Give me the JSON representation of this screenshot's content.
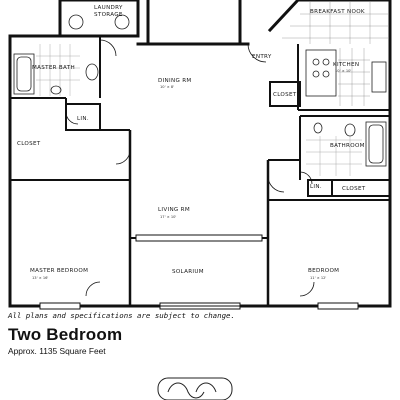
{
  "plan": {
    "rooms": {
      "laundry": "LAUNDRY",
      "laundry_storage": "STORAGE",
      "breakfast_nook": "BREAKFAST NOOK",
      "master_bath": "MASTER BATH",
      "dining_room": "DINING RM",
      "dining_dim": "10' × 8'",
      "entry": "ENTRY",
      "kitchen": "KITCHEN",
      "kitchen_dim": "10' × 10'",
      "closet_entry": "CLOSET",
      "lin_master": "LIN.",
      "closet_master": "CLOSET",
      "bathroom": "BATHROOM",
      "lin_hall": "LIN.",
      "closet_hall": "CLOSET",
      "living_room": "LIVING RM",
      "living_dim": "17' × 10'",
      "master_bedroom": "MASTER BEDROOM",
      "master_bedroom_dim": "13' × 16'",
      "solarium": "SOLARIUM",
      "bedroom": "BEDROOM",
      "bedroom_dim": "11' × 12'"
    }
  },
  "footer": {
    "disclaimer": "All plans and specifications are subject to change.",
    "title": "Two Bedroom",
    "subtitle": "Approx. 1135 Square Feet"
  }
}
